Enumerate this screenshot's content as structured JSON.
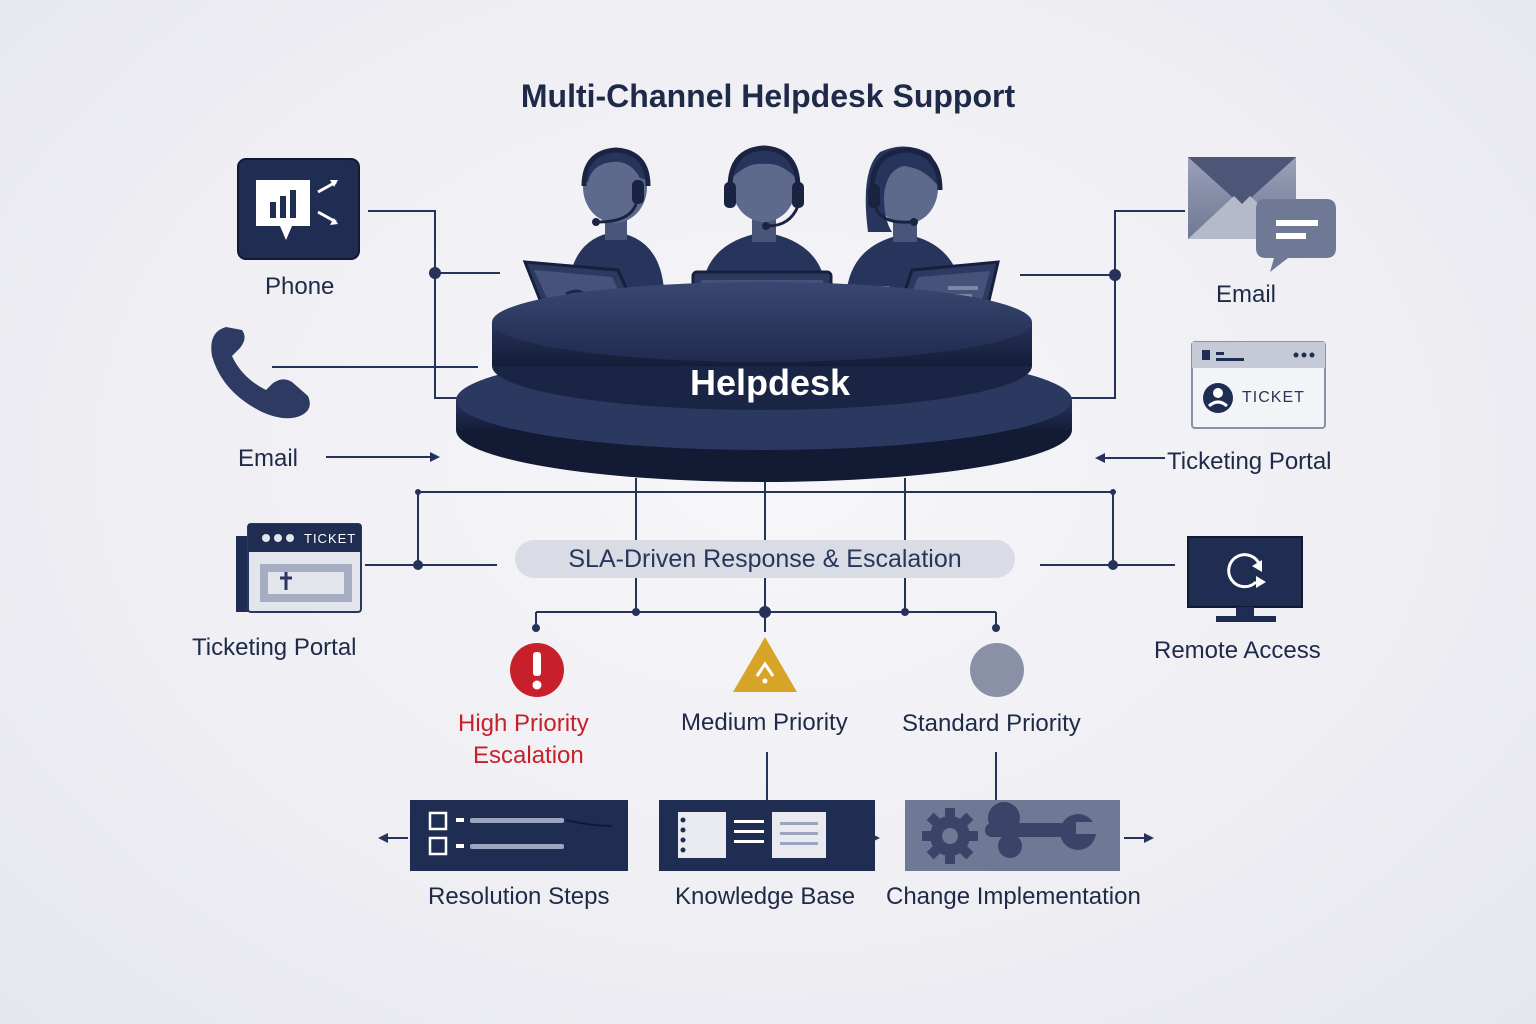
{
  "title": "Multi-Channel Helpdesk Support",
  "hub": {
    "label": "Helpdesk"
  },
  "sla": {
    "label": "SLA-Driven Response & Escalation"
  },
  "channels": {
    "phone": "Phone",
    "email_left": "Email",
    "ticketing_left": "Ticketing Portal",
    "email_right": "Email",
    "ticketing_right": "Ticketing Portal",
    "remote": "Remote Access"
  },
  "ticket_badges": {
    "left": "TICKET",
    "right": "TICKET"
  },
  "priorities": {
    "high": {
      "line1": "High Priority",
      "line2": "Escalation",
      "color": "#c8202a"
    },
    "medium": {
      "label": "Medium Priority",
      "color": "#d8a428"
    },
    "standard": {
      "label": "Standard Priority",
      "color": "#8a90a6"
    }
  },
  "outcomes": {
    "resolution": "Resolution Steps",
    "knowledge": "Knowledge Base",
    "change": "Change Implementation"
  },
  "colors": {
    "navy": "#1f2d52",
    "navy_dark": "#17213f",
    "line": "#25335a",
    "text": "#1e2a48",
    "high": "#c8202a",
    "medium": "#d8a428",
    "slate": "#6f7894"
  },
  "icons": [
    "chat-bars-icon",
    "phone-handset-icon",
    "ticket-window-icon",
    "envelope-icon",
    "chat-bubble-icon",
    "ticket-user-icon",
    "monitor-refresh-icon",
    "alert-circle-icon",
    "warning-triangle-icon",
    "neutral-circle-icon",
    "checklist-icon",
    "notebook-icon",
    "gear-wrench-icon"
  ]
}
